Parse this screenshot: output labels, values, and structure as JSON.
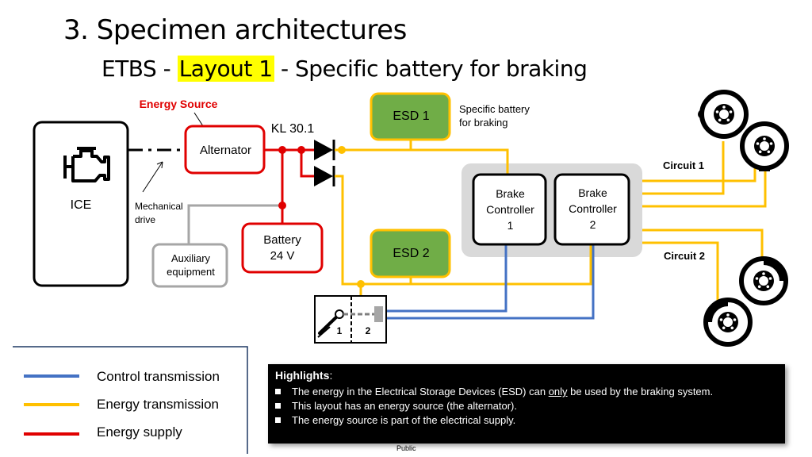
{
  "title": "3. Specimen architectures",
  "subtitle": {
    "prefix": "ETBS - ",
    "highlight": "Layout 1",
    "suffix": " - Specific battery for braking"
  },
  "labels": {
    "energy_source": "Energy Source",
    "kl": "KL 30.1",
    "alternator": "Alternator",
    "ice": "ICE",
    "mechanical_drive": [
      "Mechanical",
      "drive"
    ],
    "battery": [
      "Battery",
      "24 V"
    ],
    "auxiliary": [
      "Auxiliary",
      "equipment"
    ],
    "esd1": "ESD 1",
    "esd2": "ESD 2",
    "specific_battery": [
      "Specific battery",
      "for braking"
    ],
    "brake_controller_1": [
      "Brake",
      "Controller",
      "1"
    ],
    "brake_controller_2": [
      "Brake",
      "Controller",
      "2"
    ],
    "circuit_1": "Circuit 1",
    "circuit_2": "Circuit 2",
    "pedal_1": "1",
    "pedal_2": "2"
  },
  "legend": [
    {
      "label": "Control transmission",
      "color": "#4472c4"
    },
    {
      "label": "Energy transmission",
      "color": "#ffc000"
    },
    {
      "label": "Energy supply",
      "color": "#e00000"
    }
  ],
  "highlights": {
    "heading": "Highlights",
    "colon": ":",
    "items": [
      {
        "before": "The energy in the Electrical Storage Devices (ESD) can ",
        "underlined": "only",
        "after": " be used by the braking system."
      },
      {
        "before": "This layout has an energy source (the alternator).",
        "underlined": "",
        "after": ""
      },
      {
        "before": "The energy source is part of the electrical supply.",
        "underlined": "",
        "after": ""
      }
    ]
  },
  "footer": "Public",
  "colors": {
    "red": "#e00000",
    "yellow": "#ffc000",
    "blue": "#4472c4",
    "grey": "#a6a6a6",
    "esd_fill": "#70ad47",
    "controller_panel": "#d9d9d9"
  },
  "icons": [
    "engine-icon",
    "diode-icon",
    "brake-disc-icon",
    "brake-pedal-icon"
  ]
}
